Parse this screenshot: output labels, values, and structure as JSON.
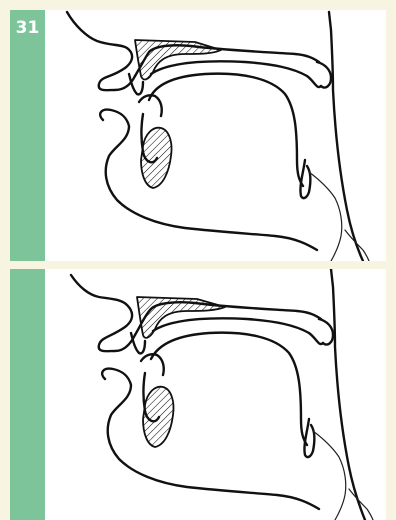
{
  "figure": {
    "number": "31"
  },
  "colors": {
    "background": "#f8f4e2",
    "sidebar": "#7dc49b",
    "panel": "#ffffff",
    "ink": "#111111"
  },
  "panels": [
    {
      "id": "top",
      "illustration": "sagittal-vocal-tract-drawing"
    },
    {
      "id": "bottom",
      "illustration": "sagittal-vocal-tract-drawing"
    }
  ]
}
